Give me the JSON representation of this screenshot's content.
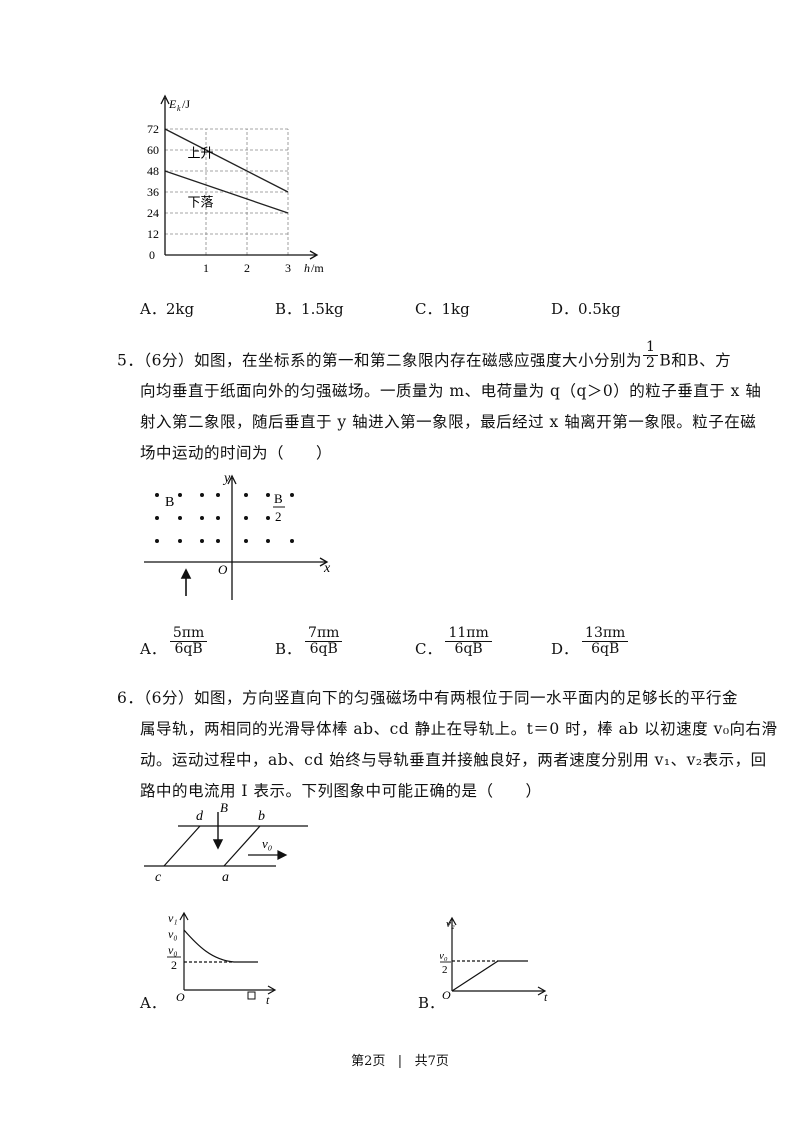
{
  "chart_data": {
    "type": "line",
    "ylabel": "E",
    "ylabel_sub": "k",
    "ylabel_unit": "/J",
    "xlabel": "h",
    "xlabel_unit": "/m",
    "origin": "0",
    "xlim": [
      0,
      3
    ],
    "ylim": [
      0,
      72
    ],
    "x_ticks": [
      "1",
      "2",
      "3"
    ],
    "y_ticks": [
      "12",
      "24",
      "36",
      "48",
      "60",
      "72"
    ],
    "grid": true,
    "series": [
      {
        "name": "上升",
        "x": [
          0,
          3
        ],
        "y": [
          72,
          36
        ]
      },
      {
        "name": "下落",
        "x": [
          0,
          3
        ],
        "y": [
          48,
          24
        ]
      }
    ]
  },
  "q4_options": [
    {
      "letter": "A．",
      "text": "2kg"
    },
    {
      "letter": "B．",
      "text": "1.5kg"
    },
    {
      "letter": "C．",
      "text": "1kg"
    },
    {
      "letter": "D．",
      "text": "0.5kg"
    }
  ],
  "q5": {
    "frac_num": "1",
    "frac_den": "2",
    "line1": "5．（6分）如图，在坐标系的第一和第二象限内存在磁感应强度大小分别为",
    "line1_tail": "B和B、方",
    "line2": "向均垂直于纸面向外的匀强磁场。一质量为 m、电荷量为 q（q＞0）的粒子垂直于 x 轴",
    "line3": "射入第二象限，随后垂直于 y 轴进入第一象限，最后经过 x 轴离开第一象限。粒子在磁",
    "line4": "场中运动的时间为（　　）",
    "fig": {
      "y": "y",
      "x": "x",
      "o": "O",
      "b_left": "B",
      "b_right_num": "B",
      "b_right_den": "2"
    },
    "options": [
      {
        "letter": "A．",
        "num": "5πm",
        "den": "6qB"
      },
      {
        "letter": "B．",
        "num": "7πm",
        "den": "6qB"
      },
      {
        "letter": "C．",
        "num": "11πm",
        "den": "6qB"
      },
      {
        "letter": "D．",
        "num": "13πm",
        "den": "6qB"
      }
    ]
  },
  "q6": {
    "line1": "6．（6分）如图，方向竖直向下的匀强磁场中有两根位于同一水平面内的足够长的平行金",
    "line2": "属导轨，两相同的光滑导体棒 ab、cd 静止在导轨上。t＝0 时，棒 ab 以初速度 v₀向右滑",
    "line3": "动。运动过程中，ab、cd 始终与导轨垂直并接触良好，两者速度分别用 v₁、v₂表示，回",
    "line4": "路中的电流用 I 表示。下列图象中可能正确的是（　　）",
    "fig": {
      "d": "d",
      "b": "b",
      "c": "c",
      "a": "a",
      "B": "B",
      "v0": "v₀"
    },
    "graphA": {
      "letter": "A．",
      "ylabel": "v₁",
      "v0": "v₀",
      "half_num": "v₀",
      "half_den": "2",
      "o": "O",
      "t": "t"
    },
    "graphB": {
      "letter": "B．",
      "ylabel": "v₂",
      "half_num": "v₀",
      "half_den": "2",
      "o": "O",
      "t": "t"
    }
  },
  "footer": {
    "page": "第2页",
    "sep": "|",
    "total": "共7页"
  }
}
